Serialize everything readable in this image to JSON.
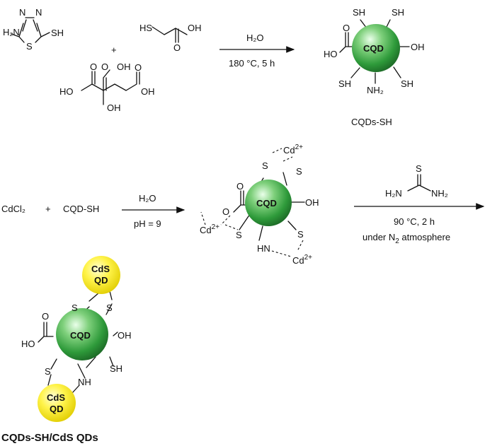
{
  "reagents": {
    "thiadiazole": {
      "n1": "N",
      "n2": "N",
      "h2n": "H₂N",
      "s": "S",
      "sh": "SH"
    },
    "thioglycolic_acid": {
      "hs": "HS",
      "oh": "OH",
      "o": "O"
    },
    "plus": "+",
    "citric_acid": {
      "o_top": "O",
      "oh_top": "OH",
      "ho_left": "HO",
      "o_left": "O",
      "o_right": "O",
      "oh_right": "OH",
      "oh_center": "OH"
    }
  },
  "step1": {
    "solvent": "H₂O",
    "conditions": "180 °C, 5 h"
  },
  "cqd_sh": {
    "core": "CQD",
    "groups": {
      "sh_tl": "SH",
      "sh_tr": "SH",
      "oh_right": "OH",
      "sh_br": "SH",
      "nh2": "NH₂",
      "sh_bl": "SH",
      "ho": "HO",
      "o": "O"
    },
    "caption": "CQDs-SH"
  },
  "step2": {
    "reactant1": "CdCl₂",
    "plus": "+",
    "reactant2": "CQD-SH",
    "solvent": "H₂O",
    "ph": "pH = 9"
  },
  "complex": {
    "core": "CQD",
    "groups": {
      "o_top": "O",
      "o_link": "O",
      "cd1": "Cd2+",
      "s1": "S",
      "s2": "S",
      "cd2": "Cd2+",
      "oh": "OH",
      "s3": "S",
      "hn": "HN",
      "s4": "S",
      "cd3": "Cd2+"
    }
  },
  "step3": {
    "reagent": {
      "s": "S",
      "h2n": "H₂N",
      "nh2": "NH₂"
    },
    "conditions": "90 °C, 2 h",
    "atmosphere": "under N₂ atmosphere"
  },
  "product": {
    "core": "CQD",
    "cds_top": [
      "CdS",
      "QD"
    ],
    "cds_bottom": [
      "CdS",
      "QD"
    ],
    "groups": {
      "s1": "S",
      "s2": "S",
      "o": "O",
      "ho": "HO",
      "oh": "OH",
      "s3": "S",
      "nh": "NH",
      "sh": "SH"
    },
    "caption": "CQDs-SH/CdS QDs"
  },
  "colors": {
    "cqd_green": "#2e9a3a",
    "cds_yellow": "#f2e600"
  }
}
